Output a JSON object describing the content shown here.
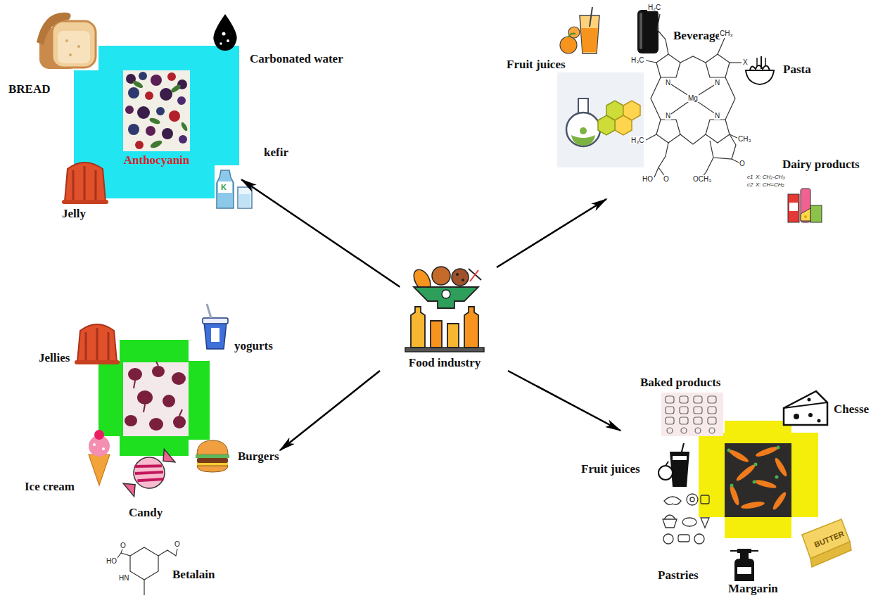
{
  "diagram": {
    "nodes": [
      {
        "text": [
          "Food industry"
        ]
      },
      {
        "text": [
          "Anthocyanin"
        ]
      }
    ],
    "edges": [
      {
        "from": 0,
        "to": 1,
        "arrow": "to"
      }
    ],
    "labels": [
      "BREAD",
      "Carbonated water",
      "kefir",
      "K",
      "Jelly",
      "Fruit juices",
      "Beverage",
      "Pasta",
      "Dairy products",
      "H₂C",
      "H₃C",
      "CH₃",
      "X",
      "N",
      "N",
      "Mg",
      "N",
      "N",
      "H₃C",
      "CH₃",
      "O",
      "HO",
      "O",
      "OCH₃",
      "c1",
      "X: CH₂-CH₃",
      "c2",
      "X: CH=CH₂",
      "Jellies",
      "yogurts",
      "Burgers",
      "Ice cream",
      "Candy",
      "HO",
      "O",
      "HN",
      "O",
      "Betalain",
      "Baked products",
      "Chesse",
      "Fruit juices",
      "Pastries",
      "Margarin",
      "BUTTER"
    ]
  }
}
